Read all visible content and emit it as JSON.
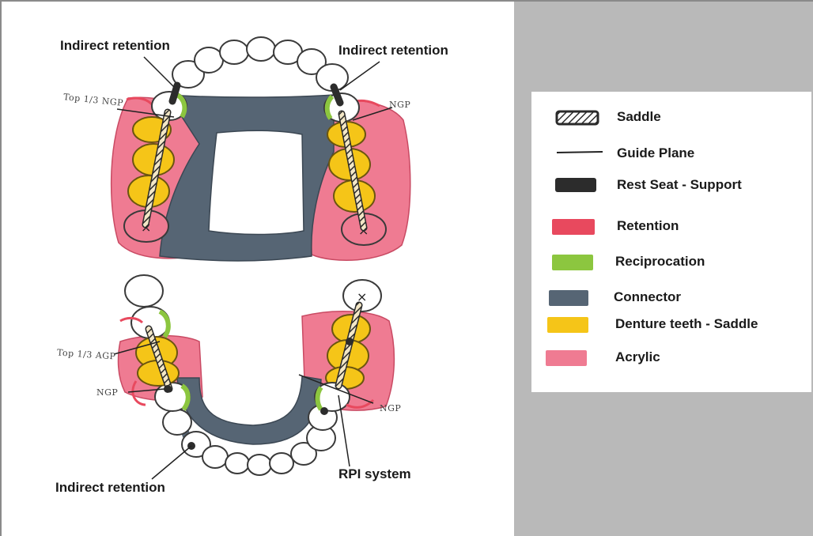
{
  "diagram": {
    "callouts": {
      "indirect_top_left": "Indirect retention",
      "indirect_top_right": "Indirect retention",
      "indirect_bottom_left": "Indirect retention",
      "rpi_system": "RPI system"
    },
    "handwritten": {
      "top_left": "Top 1/3 NGP",
      "top_right": "NGP",
      "bottom_left_top": "Top 1/3 AGP",
      "bottom_left_ngp": "NGP",
      "bottom_right_ngp": "NGP"
    }
  },
  "legend": {
    "items": [
      {
        "label": "Saddle",
        "swatch": "hatched",
        "color": "#3a3a3a"
      },
      {
        "label": "Guide Plane",
        "swatch": "line",
        "color": "#222222"
      },
      {
        "label": "Rest Seat - Support",
        "swatch": "solid",
        "color": "#2c2c2c"
      },
      {
        "label": "Retention",
        "swatch": "solid",
        "color": "#e8495e"
      },
      {
        "label": "Reciprocation",
        "swatch": "solid",
        "color": "#8cc63f"
      },
      {
        "label": "Connector",
        "swatch": "solid",
        "color": "#566574"
      },
      {
        "label": "Denture teeth - Saddle",
        "swatch": "solid",
        "color": "#f5c518"
      },
      {
        "label": "Acrylic",
        "swatch": "solid",
        "color": "#ef7b92"
      }
    ]
  }
}
